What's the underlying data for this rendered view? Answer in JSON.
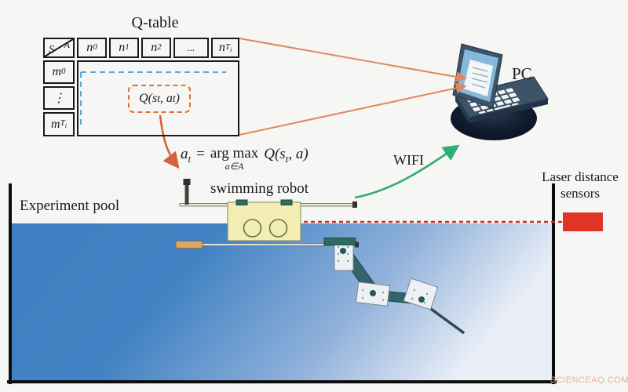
{
  "qtable": {
    "title": "Q-table",
    "corner_top": "A",
    "corner_bottom": "S",
    "col_headers": [
      {
        "base": "n",
        "sub": "0",
        "subsub": ""
      },
      {
        "base": "n",
        "sub": "1",
        "subsub": ""
      },
      {
        "base": "n",
        "sub": "2",
        "subsub": ""
      },
      {
        "base": "...",
        "sub": "",
        "subsub": ""
      },
      {
        "base": "n",
        "sub": "T",
        "subsub": "i"
      }
    ],
    "row_headers": [
      {
        "base": "m",
        "sub": "0",
        "subsub": ""
      },
      {
        "base": "⋮",
        "sub": "",
        "subsub": ""
      },
      {
        "base": "m",
        "sub": "T",
        "subsub": "i"
      }
    ],
    "q_cell": {
      "pre": "Q(s",
      "sub1": "t",
      "mid": ", a",
      "sub2": "t",
      "post": ")"
    }
  },
  "formula": {
    "lhs": "a",
    "lhs_sub": "t",
    "eq": "=",
    "op": "arg max",
    "op_under": "a∈A",
    "rhs_pre": "Q(s",
    "rhs_sub": "t",
    "rhs_post": ", a)"
  },
  "labels": {
    "pc": "PC",
    "wifi": "WIFI",
    "swimming_robot": "swimming robot",
    "experiment_pool": "Experiment pool",
    "laser_line1": "Laser distance",
    "laser_line2": "sensors",
    "watermark": "SCIENCEAQ.COM"
  },
  "colors": {
    "background": "#f6f7f4",
    "water_blue": "#3e7fc1",
    "water_fade": "#e9eef7",
    "orange_connector": "#e0875f",
    "orange_arrow": "#d4623a",
    "orange_dash_box": "#e07038",
    "blue_dash": "#57a9da",
    "green_arrow": "#2fae74",
    "laser_red": "#d92d20",
    "robot_yellow": "#f2eeb4",
    "laptop_body": "#3c5368"
  }
}
